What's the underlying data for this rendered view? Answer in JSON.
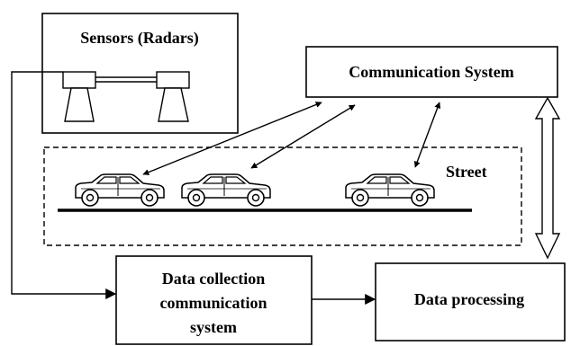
{
  "labels": {
    "sensors": "Sensors (Radars)",
    "communication": "Communication System",
    "street": "Street",
    "data_collection_line1": "Data collection",
    "data_collection_line2": "communication",
    "data_collection_line3": "system",
    "data_processing": "Data processing"
  },
  "colors": {
    "stroke": "#000000",
    "background": "#ffffff"
  },
  "cars": [
    {
      "name": "car-1"
    },
    {
      "name": "car-2"
    },
    {
      "name": "car-3"
    }
  ]
}
